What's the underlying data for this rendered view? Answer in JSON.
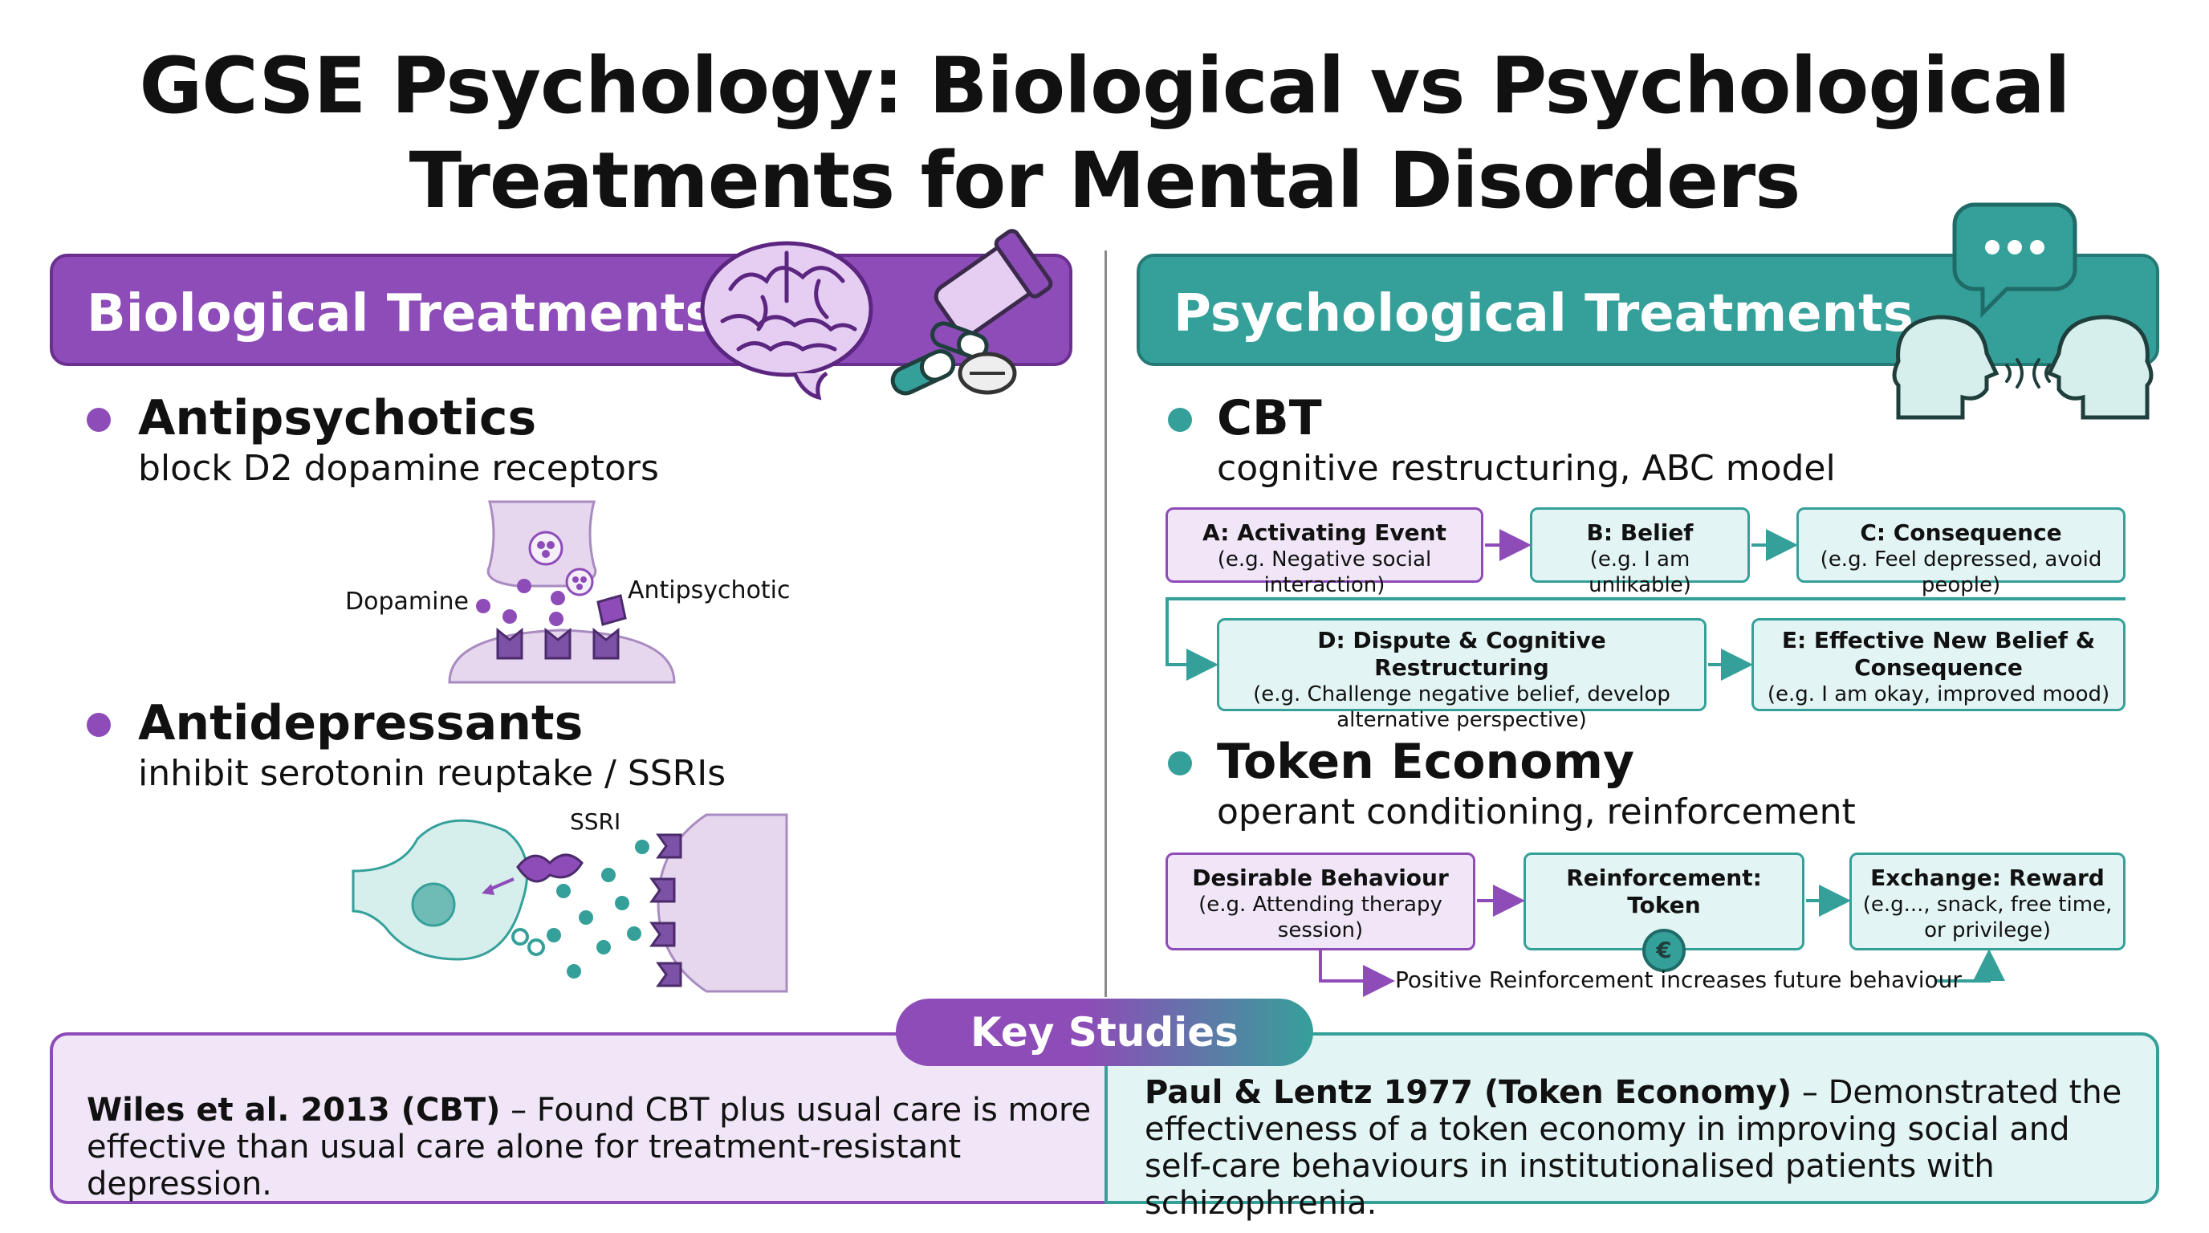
{
  "title": {
    "line1": "GCSE Psychology: Biological vs Psychological",
    "line2": "Treatments for Mental Disorders"
  },
  "biological": {
    "banner": "Biological Treatments",
    "icons": [
      "brain-icon",
      "pill-bottle-icon",
      "capsule-icon",
      "tablet-icon"
    ],
    "antipsychotics": {
      "heading": "Antipsychotics",
      "sub": "block D2 dopamine receptors",
      "label_dopamine": "Dopamine",
      "label_drug": "Antipsychotic"
    },
    "antidepressants": {
      "heading": "Antidepressants",
      "sub": "inhibit serotonin reuptake / SSRIs",
      "label_drug": "SSRI"
    }
  },
  "psychological": {
    "banner": "Psychological Treatments",
    "icons": [
      "speech-bubble-icon",
      "two-heads-talking-icon"
    ],
    "cbt": {
      "heading": "CBT",
      "sub": "cognitive restructuring, ABC model",
      "boxes": [
        {
          "title": "A: Activating Event",
          "detail": "(e.g. Negative social interaction)"
        },
        {
          "title": "B: Belief",
          "detail": "(e.g. I am unlikable)"
        },
        {
          "title": "C: Consequence",
          "detail": "(e.g. Feel depressed, avoid people)"
        },
        {
          "title": "D: Dispute & Cognitive Restructuring",
          "detail": "(e.g. Challenge negative belief, develop alternative perspective)"
        },
        {
          "title": "E: Effective New Belief & Consequence",
          "detail": "(e.g. I am okay, improved mood)"
        }
      ]
    },
    "token": {
      "heading": "Token Economy",
      "sub": "operant conditioning, reinforcement",
      "boxes": [
        {
          "title": "Desirable Behaviour",
          "detail": "(e.g. Attending therapy session)"
        },
        {
          "title": "Reinforcement: Token",
          "detail": ""
        },
        {
          "title": "Exchange: Reward",
          "detail": "(e.g..., snack, free time, or privilege)"
        }
      ],
      "token_symbol": "€",
      "feedback": "Positive Reinforcement increases future behaviour"
    }
  },
  "key_studies": {
    "label": "Key Studies",
    "left_bold": "Wiles et al. 2013 (CBT)",
    "left_text": " – Found CBT plus usual care is more effective than usual care alone for treatment-resistant depression.",
    "right_bold": "Paul & Lentz 1977 (Token Economy)",
    "right_text": " – Demonstrated the effectiveness of a token economy in improving social and self-care behaviours in institutionalised patients with schizophrenia."
  },
  "colors": {
    "purple": "#8d4cb8",
    "purple_light": "#f1e6f7",
    "teal": "#35a09a",
    "teal_light": "#e2f4f3"
  }
}
